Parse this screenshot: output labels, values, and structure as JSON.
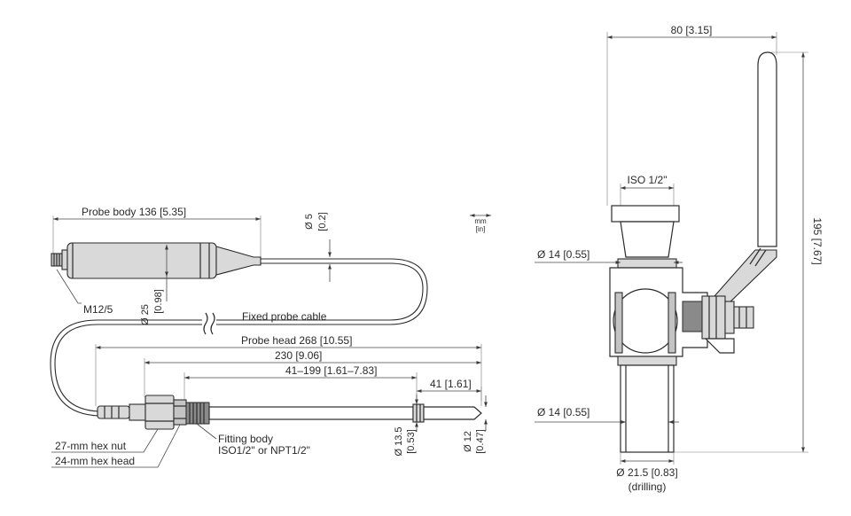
{
  "probe_view": {
    "probe_body": "Probe body  136 [5.35]",
    "dia5_mm": "Ø 5",
    "dia5_in": "[0.2]",
    "unit_mm": "mm",
    "unit_in": "[in]",
    "m12": "M12/5",
    "dia25_mm": "Ø 25",
    "dia25_in": "[0.98]",
    "fixed_cable": "Fixed probe cable",
    "probe_head": "Probe head  268 [10.55]",
    "len230": "230 [9.06]",
    "len41_199": "41–199 [1.61–7.83]",
    "len41": "41 [1.61]",
    "dia135_mm": "Ø 13.5",
    "dia135_in": "[0.53]",
    "dia12_mm": "Ø 12",
    "dia12_in": "[0.47]",
    "hex27": "27-mm hex nut",
    "hex24": "24-mm hex head",
    "fitting_line1": "Fitting body",
    "fitting_line2": "ISO1/2\" or NPT1/2\""
  },
  "valve_view": {
    "width80": "80 [3.15]",
    "height195": "195 [7.67]",
    "iso": "ISO 1/2\"",
    "dia14_top": "Ø 14 [0.55]",
    "dia14_bottom": "Ø 14 [0.55]",
    "dia215": "Ø 21.5 [0.83]",
    "drilling": "(drilling)"
  }
}
